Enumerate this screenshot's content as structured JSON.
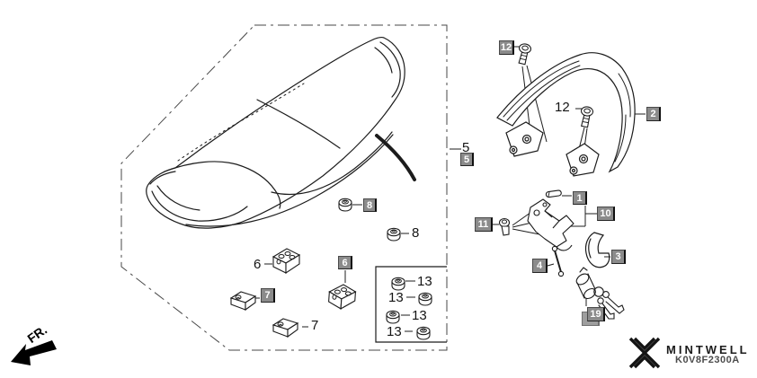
{
  "diagram": {
    "fr_indicator": "FR.",
    "footer": {
      "brand": "MINTWELL",
      "diagram_code": "K0V8F2300A"
    },
    "refs": {
      "badge_12": "12",
      "label_12": "12",
      "badge_2": "2",
      "label_5": "5",
      "badge_5": "5",
      "badge_8": "8",
      "label_8": "8",
      "label_6": "6",
      "badge_6": "6",
      "badge_7": "7",
      "label_7": "7",
      "badge_1": "1",
      "badge_10": "10",
      "badge_11": "11",
      "badge_4": "4",
      "badge_3": "3",
      "badge_19": "19",
      "label_13_a": "13",
      "label_13_b": "13",
      "label_13_c": "13",
      "label_13_d": "13"
    },
    "colors": {
      "badge_bg": "#8b8b8b",
      "badge_text": "#ffffff",
      "ink": "#1c1c1c",
      "code_text": "#4c4c4c"
    }
  }
}
